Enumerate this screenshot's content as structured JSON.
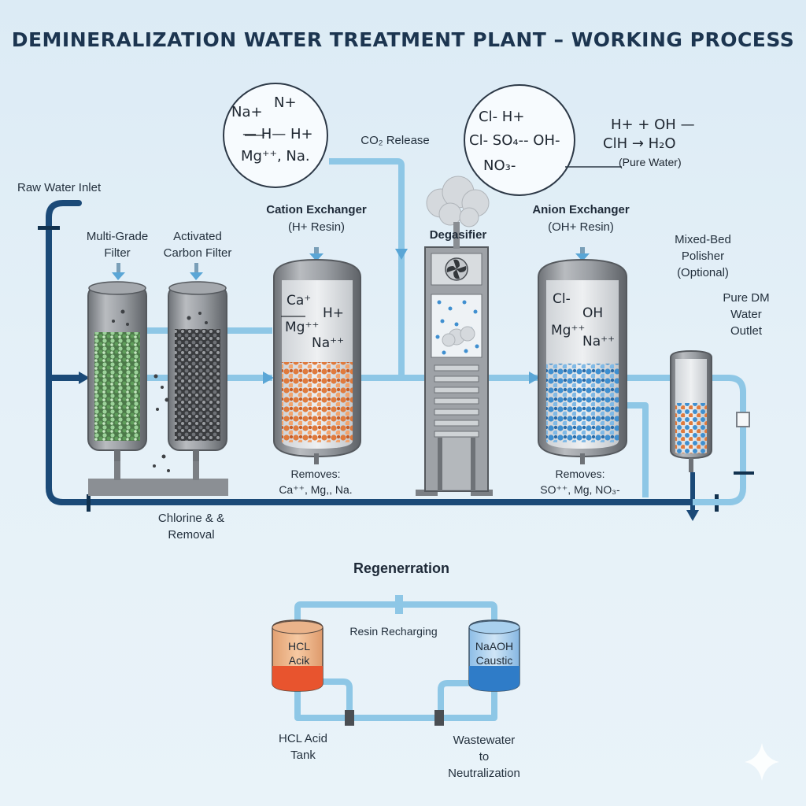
{
  "title": "DEMINERALIZATION WATER TREATMENT PLANT – WORKING PROCESS",
  "labels": {
    "raw_water_inlet": "Raw Water Inlet",
    "multi_grade_filter": [
      "Multi-Grade",
      "Filter"
    ],
    "activated_carbon_filter": [
      "Activated",
      "Carbon Filter"
    ],
    "chlorine_removal": [
      "Chlorine & &",
      "Removal"
    ],
    "cation_exchanger": "Cation Exchanger",
    "cation_resin": "(H+ Resin)",
    "co2_release": "CO₂ Release",
    "degasifier": "Degasifier",
    "anion_exchanger": "Anion Exchanger",
    "anion_resin": "(OH+ Resin)",
    "mixed_bed": [
      "Mixed-Bed",
      "Polisher",
      "(Optional)"
    ],
    "pure_dm_outlet": [
      "Pure DM",
      "Water",
      "Outlet"
    ],
    "cation_removes": [
      "Removes:",
      "Ca⁺⁺, Mg,, Na."
    ],
    "anion_removes": [
      "Removes:",
      "SO⁺⁺, Mg, NO₃-"
    ],
    "regeneration": "Regenerration",
    "resin_recharging": "Resin Recharging",
    "hcl_tank_text": [
      "HCL",
      "Acik"
    ],
    "naoh_tank_text": [
      "NaAOH",
      "Caustic"
    ],
    "hcl_acid_tank": [
      "HCL Acid",
      "Tank"
    ],
    "wastewater": [
      "Wastewater",
      "to",
      "Neutralization"
    ]
  },
  "bubble_cation": {
    "line1": "Na+",
    "line1b": "N+",
    "line2": "— H— H+",
    "line3": "Mg⁺⁺,  Na."
  },
  "bubble_anion": {
    "line1": "Cl-  H+",
    "line2": "Cl- SO₄-- OH-",
    "line3": "NO₃-"
  },
  "reaction": {
    "line1": "H+ + OH —",
    "line2": "ClH → H₂O",
    "line3": "(Pure Water)"
  },
  "cation_vessel_ions": {
    "a": "Ca⁺",
    "b": "H+",
    "c": "Mg⁺⁺",
    "d": "Na⁺⁺"
  },
  "anion_vessel_ions": {
    "a": "Cl-",
    "b": "OH",
    "c": "Mg⁺⁺",
    "d": "Na⁺⁺"
  },
  "colors": {
    "pipe_dark": "#1b4a78",
    "pipe_light": "#8ec7e6",
    "vessel_grey": "#8a8d92",
    "cation_resin": "#e07a3c",
    "anion_resin": "#3f8fd0",
    "acid": "#e8542e",
    "caustic": "#2f7cc8"
  }
}
